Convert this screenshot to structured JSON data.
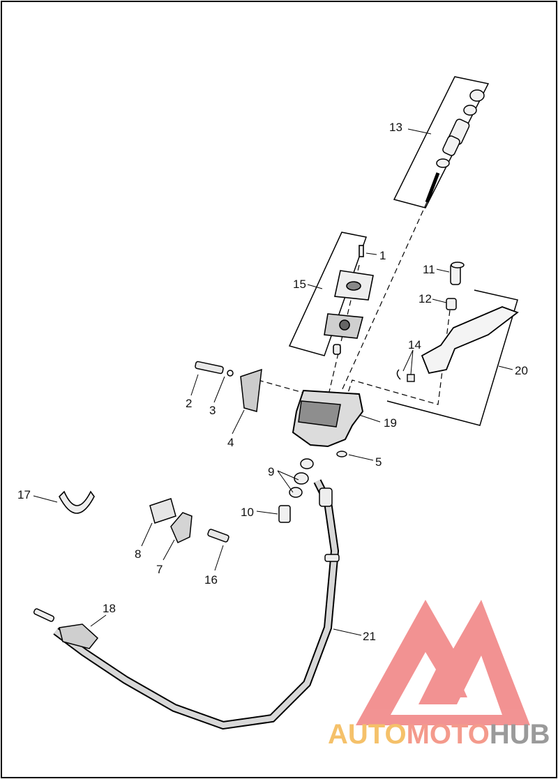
{
  "diagram": {
    "callouts": {
      "c1": "1",
      "c2": "2",
      "c3": "3",
      "c4": "4",
      "c5": "5",
      "c7": "7",
      "c8": "8",
      "c9": "9",
      "c10": "10",
      "c11": "11",
      "c12": "12",
      "c13": "13",
      "c14": "14",
      "c15": "15",
      "c16": "16",
      "c17": "17",
      "c18": "18",
      "c19": "19",
      "c20": "20",
      "c21": "21"
    }
  },
  "watermark": {
    "part1": "AUTO",
    "part2": "MOTO",
    "part3": "HUB",
    "colors": {
      "part1": "#f5c16a",
      "part2": "#f49a8c",
      "part3": "#9a9a9a",
      "logo": "#f08080"
    }
  }
}
